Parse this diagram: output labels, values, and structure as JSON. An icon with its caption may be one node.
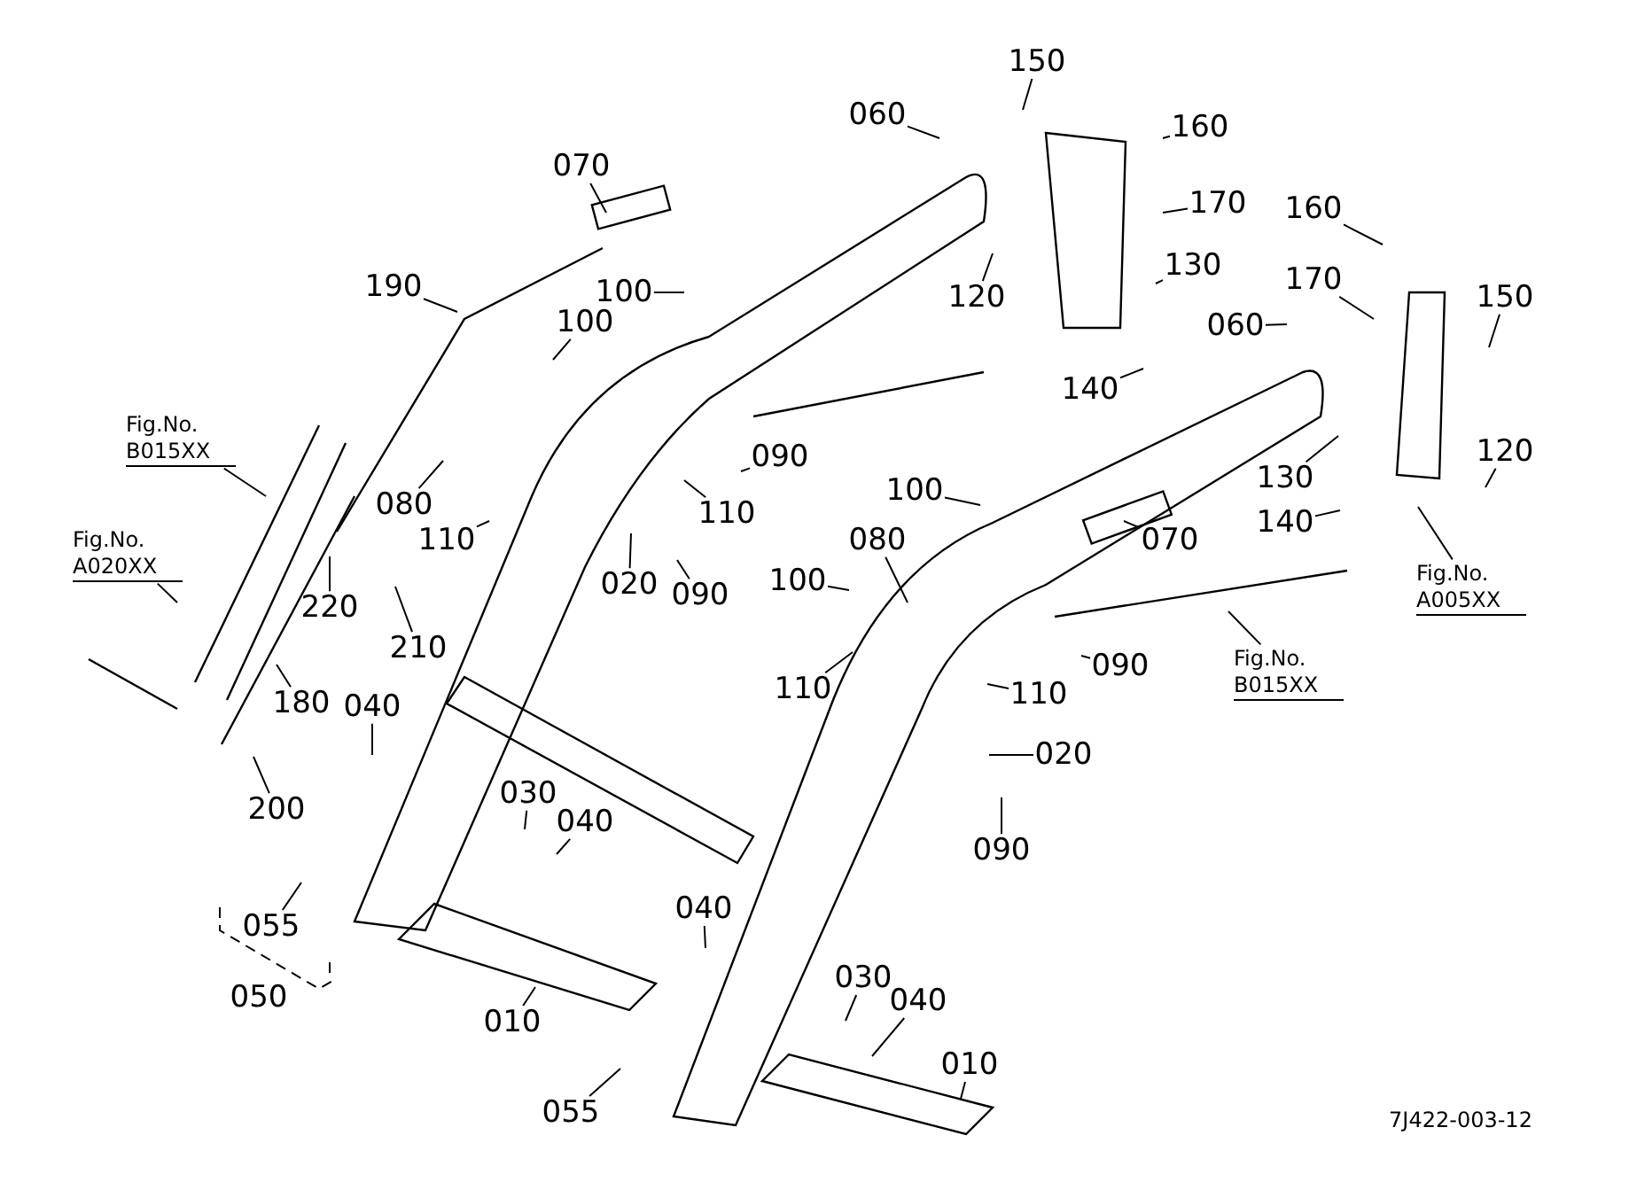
{
  "diagram": {
    "nodes": [
      {
        "text": [
          "070"
        ]
      },
      {
        "text": [
          "190"
        ]
      },
      {
        "text": [
          "100"
        ]
      },
      {
        "text": [
          "100"
        ]
      },
      {
        "text": [
          "Fig.No. B015XX"
        ]
      },
      {
        "text": [
          "080"
        ]
      },
      {
        "text": [
          "090"
        ]
      },
      {
        "text": [
          "110"
        ]
      },
      {
        "text": [
          "110"
        ]
      },
      {
        "text": [
          "020"
        ]
      },
      {
        "text": [
          "090"
        ]
      },
      {
        "text": [
          "Fig.No. A020XX"
        ]
      },
      {
        "text": [
          "220"
        ]
      },
      {
        "text": [
          "210"
        ]
      },
      {
        "text": [
          "180"
        ]
      },
      {
        "text": [
          "040"
        ]
      },
      {
        "text": [
          "200"
        ]
      },
      {
        "text": [
          "030"
        ]
      },
      {
        "text": [
          "040"
        ]
      },
      {
        "text": [
          "055"
        ]
      },
      {
        "text": [
          "010"
        ]
      },
      {
        "text": [
          "150"
        ]
      },
      {
        "text": [
          "060"
        ]
      },
      {
        "text": [
          "160"
        ]
      },
      {
        "text": [
          "170"
        ]
      },
      {
        "text": [
          "120"
        ]
      },
      {
        "text": [
          "130"
        ]
      },
      {
        "text": [
          "140"
        ]
      },
      {
        "text": [
          "160"
        ]
      },
      {
        "text": [
          "170"
        ]
      },
      {
        "text": [
          "150"
        ]
      },
      {
        "text": [
          "060"
        ]
      },
      {
        "text": [
          "120"
        ]
      },
      {
        "text": [
          "130"
        ]
      },
      {
        "text": [
          "140"
        ]
      },
      {
        "text": [
          "100"
        ]
      },
      {
        "text": [
          "070"
        ]
      },
      {
        "text": [
          "Fig.No. A005XX"
        ]
      },
      {
        "text": [
          "100"
        ]
      },
      {
        "text": [
          "080"
        ]
      },
      {
        "text": [
          "110"
        ]
      },
      {
        "text": [
          "110"
        ]
      },
      {
        "text": [
          "090"
        ]
      },
      {
        "text": [
          "Fig.No. B015XX"
        ]
      },
      {
        "text": [
          "020"
        ]
      },
      {
        "text": [
          "090"
        ]
      },
      {
        "text": [
          "040"
        ]
      },
      {
        "text": [
          "030"
        ]
      },
      {
        "text": [
          "040"
        ]
      },
      {
        "text": [
          "010"
        ]
      },
      {
        "text": [
          "055"
        ]
      }
    ],
    "edges": [
      {
        "from": 0,
        "to": null,
        "arrow": "none"
      },
      {
        "from": 1,
        "to": null,
        "arrow": "none"
      },
      {
        "from": 2,
        "to": null,
        "arrow": "none"
      },
      {
        "from": 3,
        "to": null,
        "arrow": "none"
      },
      {
        "from": 4,
        "to": null,
        "arrow": "none"
      },
      {
        "from": 5,
        "to": null,
        "arrow": "none"
      },
      {
        "from": 6,
        "to": null,
        "arrow": "none"
      },
      {
        "from": 7,
        "to": null,
        "arrow": "none"
      },
      {
        "from": 8,
        "to": null,
        "arrow": "none"
      },
      {
        "from": 9,
        "to": null,
        "arrow": "none"
      },
      {
        "from": 10,
        "to": null,
        "arrow": "none"
      },
      {
        "from": 11,
        "to": null,
        "arrow": "none"
      },
      {
        "from": 12,
        "to": null,
        "arrow": "none"
      },
      {
        "from": 13,
        "to": null,
        "arrow": "none"
      },
      {
        "from": 14,
        "to": null,
        "arrow": "none"
      },
      {
        "from": 15,
        "to": null,
        "arrow": "none"
      },
      {
        "from": 16,
        "to": null,
        "arrow": "none"
      },
      {
        "from": 17,
        "to": null,
        "arrow": "none"
      },
      {
        "from": 18,
        "to": null,
        "arrow": "none"
      },
      {
        "from": 19,
        "to": null,
        "arrow": "none"
      },
      {
        "from": 20,
        "to": null,
        "arrow": "none"
      },
      {
        "from": 21,
        "to": null,
        "arrow": "none"
      },
      {
        "from": 22,
        "to": null,
        "arrow": "none"
      },
      {
        "from": 23,
        "to": null,
        "arrow": "none"
      },
      {
        "from": 24,
        "to": null,
        "arrow": "none"
      },
      {
        "from": 25,
        "to": null,
        "arrow": "none"
      },
      {
        "from": 26,
        "to": null,
        "arrow": "none"
      },
      {
        "from": 27,
        "to": null,
        "arrow": "none"
      },
      {
        "from": 28,
        "to": null,
        "arrow": "none"
      },
      {
        "from": 29,
        "to": null,
        "arrow": "none"
      },
      {
        "from": 30,
        "to": null,
        "arrow": "none"
      },
      {
        "from": 31,
        "to": null,
        "arrow": "none"
      },
      {
        "from": 32,
        "to": null,
        "arrow": "none"
      },
      {
        "from": 33,
        "to": null,
        "arrow": "none"
      },
      {
        "from": 34,
        "to": null,
        "arrow": "none"
      },
      {
        "from": 35,
        "to": null,
        "arrow": "none"
      },
      {
        "from": 36,
        "to": null,
        "arrow": "none"
      },
      {
        "from": 37,
        "to": null,
        "arrow": "none"
      },
      {
        "from": 38,
        "to": null,
        "arrow": "none"
      },
      {
        "from": 39,
        "to": null,
        "arrow": "none"
      },
      {
        "from": 40,
        "to": null,
        "arrow": "none"
      },
      {
        "from": 41,
        "to": null,
        "arrow": "none"
      },
      {
        "from": 42,
        "to": null,
        "arrow": "none"
      },
      {
        "from": 43,
        "to": null,
        "arrow": "none"
      },
      {
        "from": 44,
        "to": null,
        "arrow": "none"
      },
      {
        "from": 45,
        "to": null,
        "arrow": "none"
      },
      {
        "from": 46,
        "to": null,
        "arrow": "none"
      },
      {
        "from": 47,
        "to": null,
        "arrow": "none"
      },
      {
        "from": 48,
        "to": null,
        "arrow": "none"
      },
      {
        "from": 49,
        "to": null,
        "arrow": "none"
      },
      {
        "from": 50,
        "to": null,
        "arrow": "none"
      }
    ],
    "labels": [
      "050",
      "7J422-003-12"
    ]
  }
}
